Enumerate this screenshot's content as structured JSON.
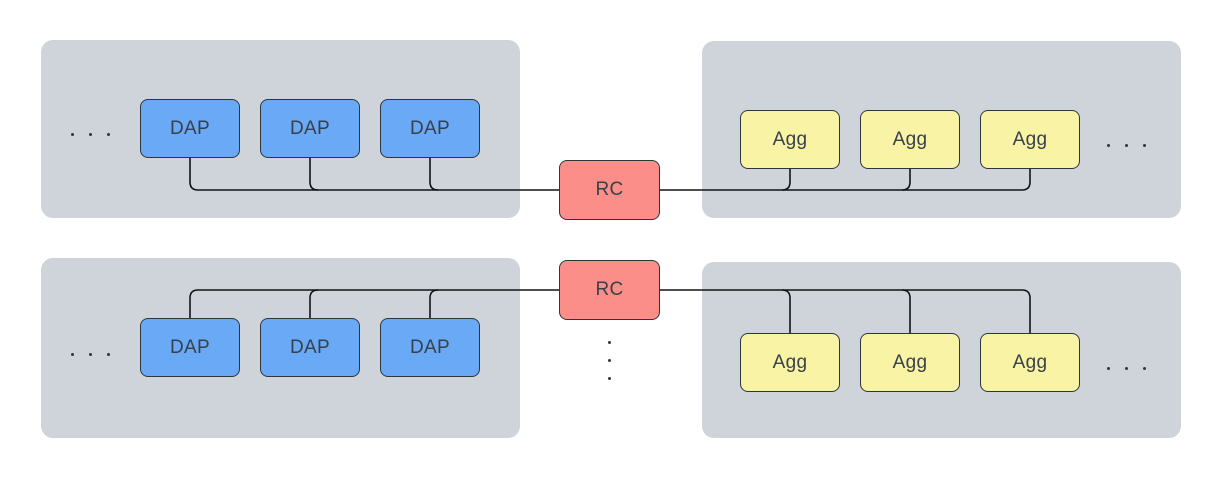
{
  "diagram": {
    "clusters": {
      "top_left": {
        "nodes": [
          "DAP",
          "DAP",
          "DAP"
        ]
      },
      "top_right": {
        "nodes": [
          "Agg",
          "Agg",
          "Agg"
        ]
      },
      "bottom_left": {
        "nodes": [
          "DAP",
          "DAP",
          "DAP"
        ]
      },
      "bottom_right": {
        "nodes": [
          "Agg",
          "Agg",
          "Agg"
        ]
      }
    },
    "hubs": {
      "top": "RC",
      "bottom": "RC"
    },
    "colors": {
      "cluster_background": "#cfd4db",
      "dap_node_fill": "#6aa9f6",
      "agg_node_fill": "#f9f3a5",
      "rc_node_fill": "#fb8e88",
      "node_border": "#2e353b",
      "connector_line": "#131313",
      "label_text": "#37414a",
      "page_background": "#ffffff"
    }
  }
}
